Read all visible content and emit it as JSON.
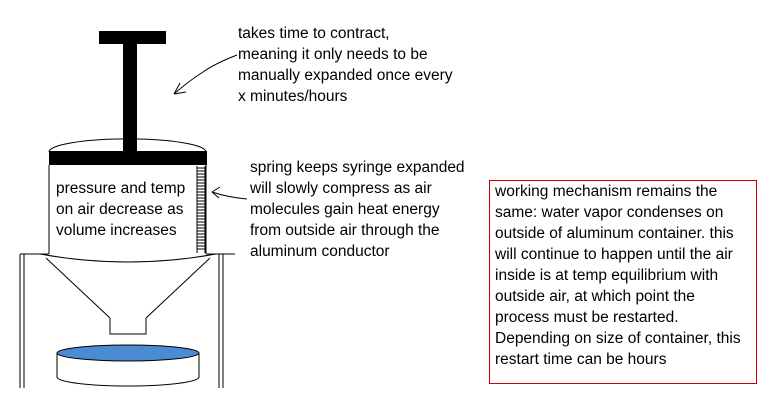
{
  "annotations": {
    "contract_note": "takes time to contract,\nmeaning it only needs to be\nmanually expanded once every\nx minutes/hours",
    "pressure_note": "pressure and temp\non air decrease as\nvolume increases",
    "spring_note": "spring keeps syringe expanded\n will slowly compress as air\n molecules gain heat energy\n from outside air through the\n aluminum conductor",
    "mechanism_note": "working mechanism remains the same: water vapor condenses on outside of aluminum container. this will continue to happen until the air inside is at temp equilibrium with outside air, at which point the process must be restarted. Depending on size of container, this restart time can be hours"
  },
  "colors": {
    "ink": "#000000",
    "plunger": "#000000",
    "water": "#4a8bd1",
    "note_border": "#cc0000"
  },
  "icons": [
    "arrow-icon",
    "spring-icon"
  ]
}
